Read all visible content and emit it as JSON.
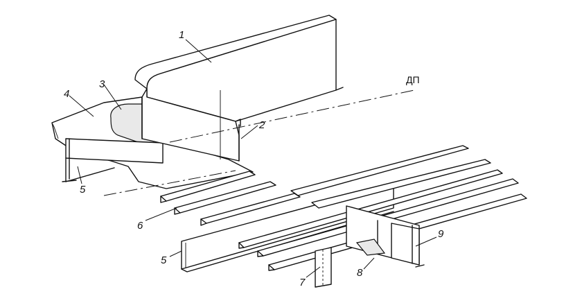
{
  "diagram": {
    "labels": {
      "l1": "1",
      "l2": "2",
      "l3": "3",
      "l4": "4",
      "l5a": "5",
      "l5b": "5",
      "l6": "6",
      "l7": "7",
      "l8": "8",
      "l9": "9",
      "dp": "ДП"
    },
    "line_color": "#111111",
    "background": "#ffffff"
  }
}
